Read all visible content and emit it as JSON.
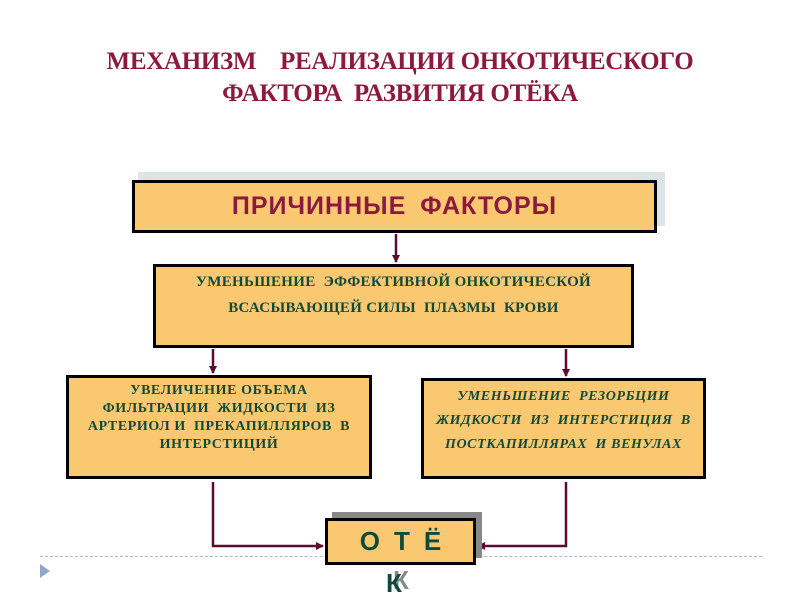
{
  "slide": {
    "title_lines": [
      "МЕХАНИЗМ    РЕАЛИЗАЦИИ ОНКОТИЧЕСКОГО",
      "ФАКТОРА  РАЗВИТИЯ ОТЁКА"
    ],
    "colors": {
      "title": "#8b1a3c",
      "box_fill": "#fac870",
      "box_border": "#000000",
      "box_text": "#0f4a3a",
      "arrow": "#5c0a2e"
    },
    "nodes": {
      "causes": {
        "label": "ПРИЧИННЫЕ  ФАКТОРЫ"
      },
      "reduction": {
        "lines": [
          "УМЕНЬШЕНИЕ  ЭФФЕКТИВНОЙ ОНКОТИЧЕСКОЙ",
          "ВСАСЫВАЮЩЕЙ СИЛЫ  ПЛАЗМЫ  КРОВИ"
        ]
      },
      "filtration": {
        "lines": [
          "УВЕЛИЧЕНИЕ ОБЪЕМА",
          "ФИЛЬТРАЦИИ  ЖИДКОСТИ  ИЗ",
          "АРТЕРИОЛ И  ПРЕКАПИЛЛЯРОВ  В",
          "ИНТЕРСТИЦИЙ"
        ]
      },
      "resorption": {
        "lines": [
          "УМЕНЬШЕНИЕ  РЕЗОРБЦИИ",
          "ЖИДКОСТИ  ИЗ  ИНТЕРСТИЦИЯ  В",
          "ПОСТКАПИЛЛЯРАХ  И ВЕНУЛАХ"
        ]
      },
      "edema": {
        "label_main": "ОТЁ",
        "label_overflow": "К"
      }
    },
    "edges": [
      {
        "from": "causes",
        "to": "reduction"
      },
      {
        "from": "reduction",
        "to": "filtration"
      },
      {
        "from": "reduction",
        "to": "resorption"
      },
      {
        "from": "filtration",
        "to": "edema"
      },
      {
        "from": "resorption",
        "to": "edema"
      }
    ]
  }
}
